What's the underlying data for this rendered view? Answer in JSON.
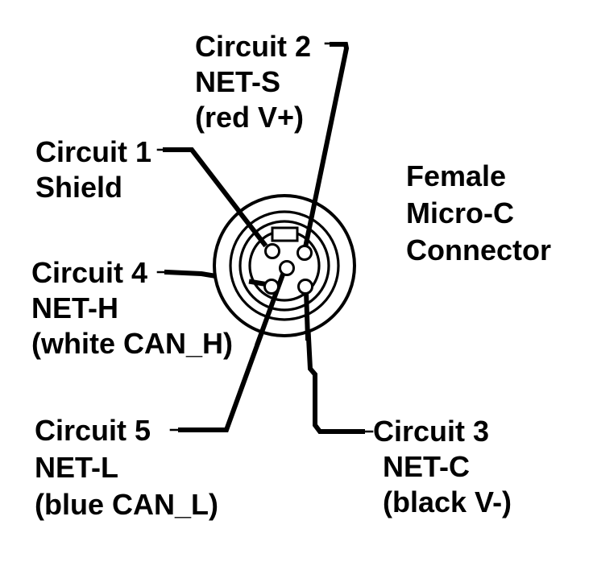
{
  "connector_title": {
    "lines": [
      "Female",
      "Micro-C",
      "Connector"
    ]
  },
  "pins": [
    {
      "id": "circuit-1",
      "lines": [
        "Circuit 1",
        "Shield"
      ]
    },
    {
      "id": "circuit-2",
      "lines": [
        "Circuit 2",
        "NET-S",
        "(red V+)"
      ]
    },
    {
      "id": "circuit-3",
      "lines": [
        "Circuit 3",
        "NET-C",
        "(black V-)"
      ]
    },
    {
      "id": "circuit-4",
      "lines": [
        "Circuit 4",
        "NET-H",
        "(white CAN_H)"
      ]
    },
    {
      "id": "circuit-5",
      "lines": [
        "Circuit 5",
        "NET-L",
        "(blue CAN_L)"
      ]
    }
  ],
  "colors": {
    "ink": "#000000",
    "background": "#ffffff"
  }
}
